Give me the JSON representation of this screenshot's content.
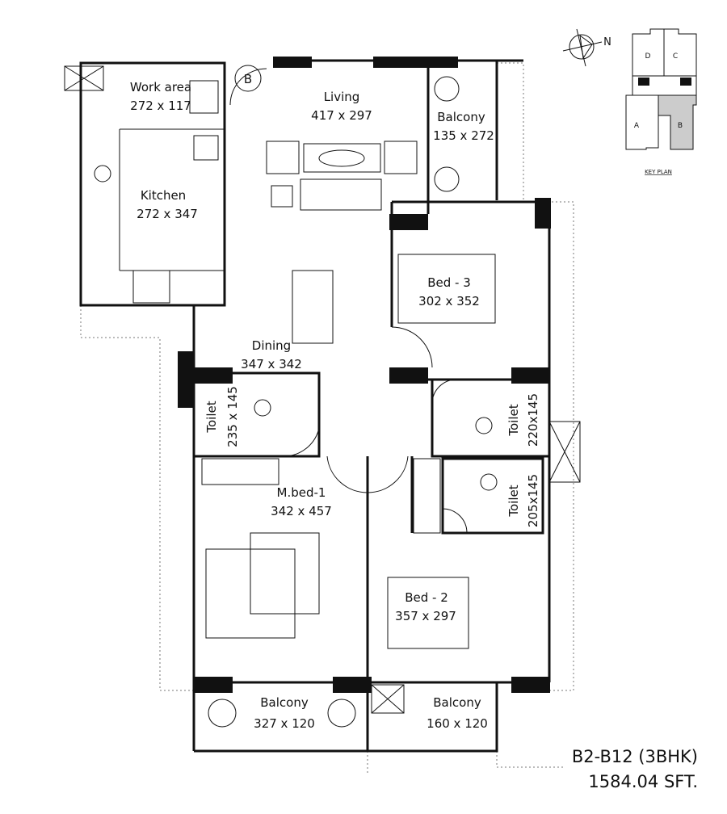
{
  "unit_badge": "B",
  "rooms": {
    "work_area": {
      "name": "Work area",
      "size": "272 x 117"
    },
    "kitchen": {
      "name": "Kitchen",
      "size": "272 x 347"
    },
    "living": {
      "name": "Living",
      "size": "417 x 297"
    },
    "balcony_living": {
      "name": "Balcony",
      "size": "135 x 272"
    },
    "bed3": {
      "name": "Bed - 3",
      "size": "302 x 352"
    },
    "dining": {
      "name": "Dining",
      "size": "347 x 342"
    },
    "toilet_left": {
      "name": "Toilet",
      "size": "235 x 145"
    },
    "toilet_right_1": {
      "name": "Toilet",
      "size": "220x145"
    },
    "toilet_right_2": {
      "name": "Toilet",
      "size": "205x145"
    },
    "mbed1": {
      "name": "M.bed-1",
      "size": "342 x 457"
    },
    "bed2": {
      "name": "Bed - 2",
      "size": "357 x 297"
    },
    "balcony_mbed": {
      "name": "Balcony",
      "size": "327 x 120"
    },
    "balcony_bed2": {
      "name": "Balcony",
      "size": "160 x 120"
    }
  },
  "key_plan": {
    "title": "KEY PLAN",
    "north": "N",
    "units": [
      "A",
      "B",
      "C",
      "D"
    ],
    "highlight": "B",
    "highlight_color": "#cccccc"
  },
  "unit_title": "B2-B12 (3BHK)",
  "unit_area": "1584.04 SFT."
}
